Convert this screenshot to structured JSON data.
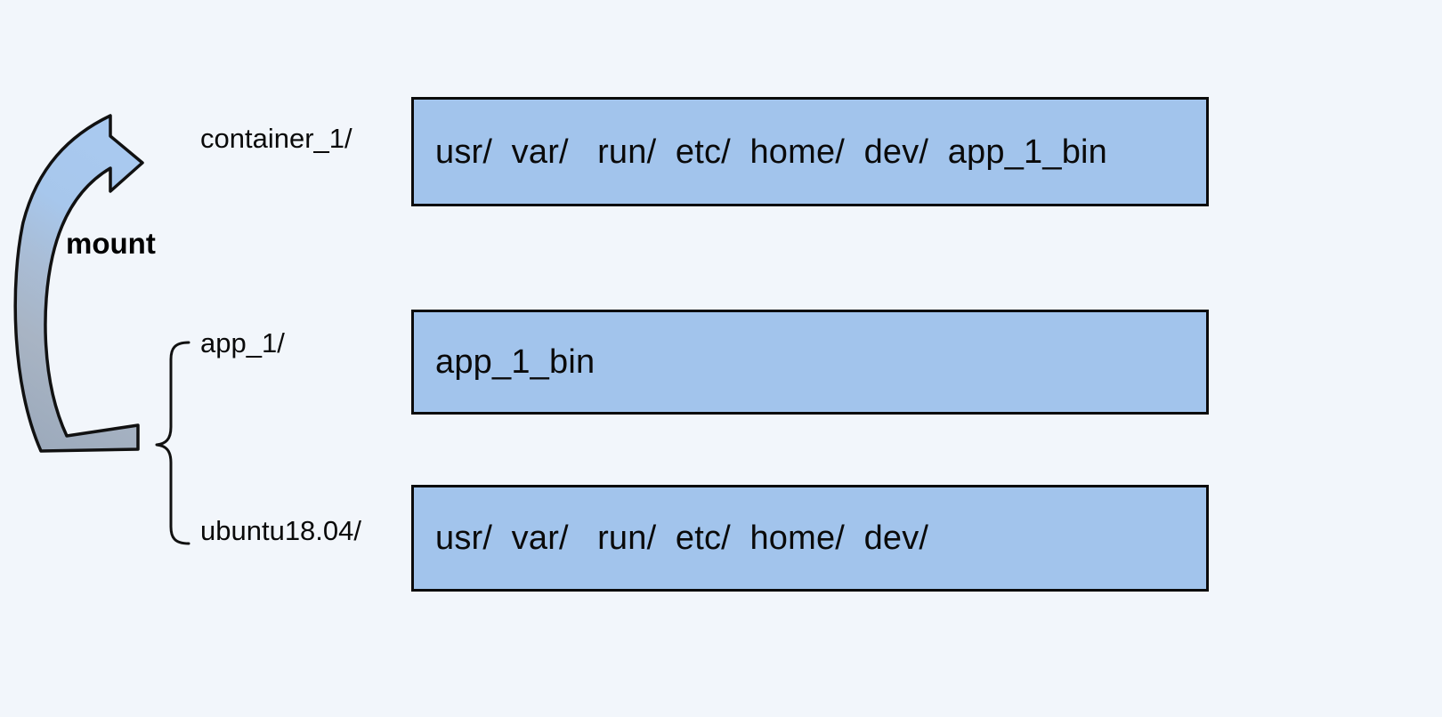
{
  "diagram": {
    "title_text": "mount",
    "background_color": "#f2f6fb",
    "box_fill_color": "#a2c4ec",
    "box_border_color": "#0b0b0b",
    "arrow": {
      "label": "mount",
      "icon_name": "curved-mount-arrow",
      "gradient_start_color": "#a8b4c4",
      "gradient_end_color": "#a8c8ee"
    },
    "brace": {
      "icon_name": "curly-brace",
      "groups": [
        "app_1/",
        "ubuntu18.04/"
      ]
    },
    "layers": [
      {
        "label": "container_1/",
        "contents": "usr/  var/   run/  etc/  home/  dev/  app_1_bin"
      },
      {
        "label": "app_1/",
        "contents": "app_1_bin"
      },
      {
        "label": "ubuntu18.04/",
        "contents": "usr/  var/   run/  etc/  home/  dev/"
      }
    ]
  }
}
